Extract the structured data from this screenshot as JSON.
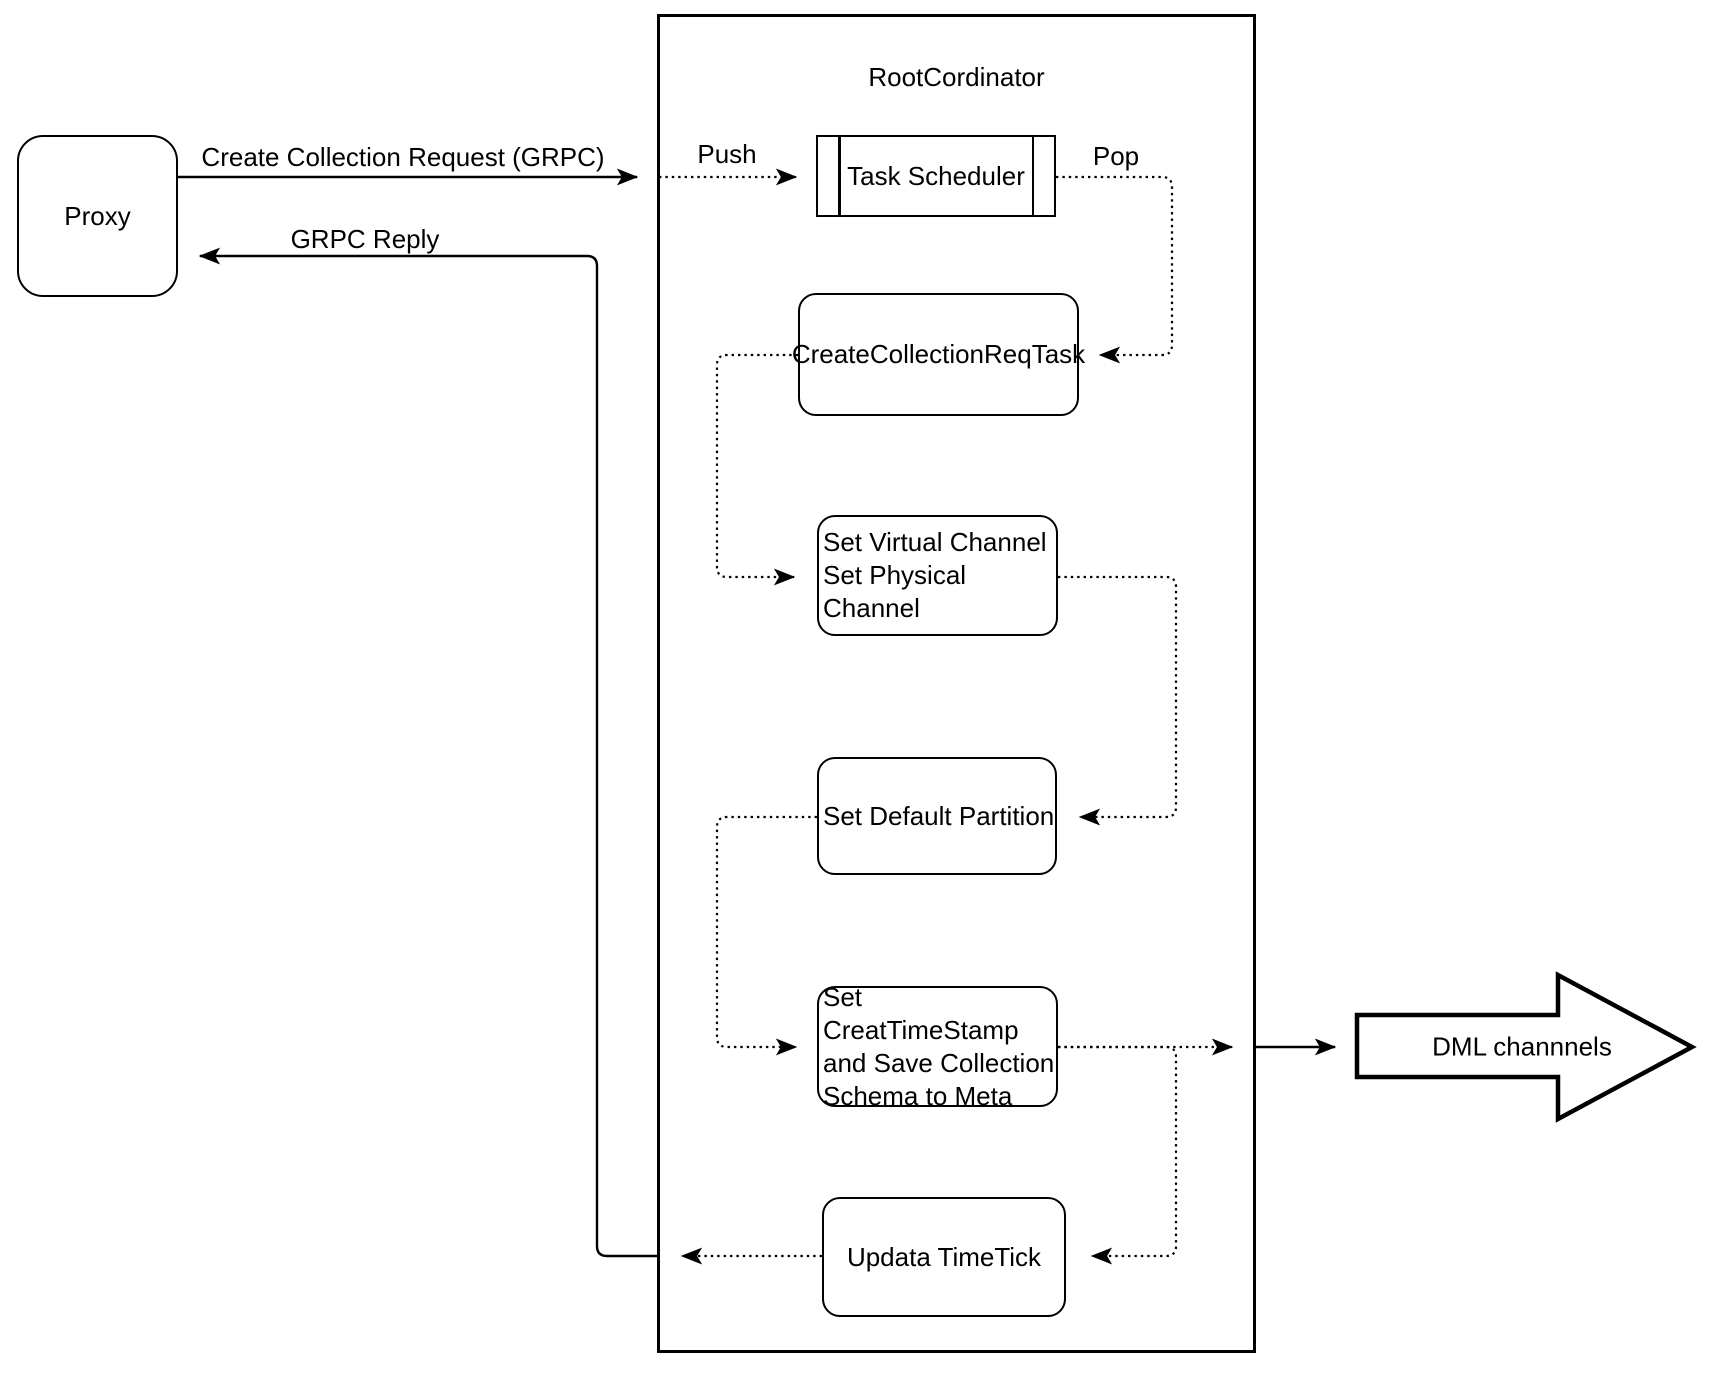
{
  "diagram": {
    "colors": {
      "stroke": "#000000",
      "fill": "#ffffff",
      "background": "#ffffff"
    },
    "proxy": {
      "label": "Proxy"
    },
    "root_coordinator": {
      "title": "RootCordinator"
    },
    "nodes": {
      "task_scheduler": {
        "label": "Task Scheduler"
      },
      "create_collection_req_task": {
        "label": "CreateCollectionReqTask"
      },
      "set_virtual_channel": {
        "lines": [
          "Set Virtual Channel",
          "Set Physical Channel"
        ]
      },
      "set_default_partition": {
        "label": "Set Default Partition"
      },
      "set_creat_timestamp": {
        "lines": [
          "Set CreatTimeStamp",
          "and Save Collection",
          "Schema to Meta"
        ]
      },
      "updata_timetick": {
        "label": "Updata TimeTick"
      }
    },
    "dml_channels": {
      "label": "DML channnels"
    },
    "edge_labels": {
      "create_collection_request": "Create Collection Request (GRPC)",
      "grpc_reply": "GRPC Reply",
      "push": "Push",
      "pop": "Pop"
    }
  }
}
